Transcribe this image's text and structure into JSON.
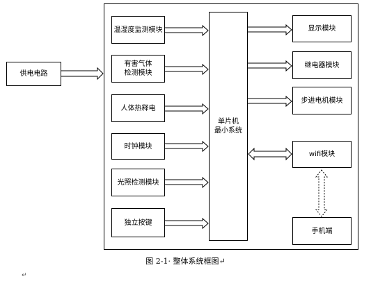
{
  "diagram": {
    "power_supply": "供电电路",
    "inputs": [
      "温湿度监测模块",
      "有害气体\n检测模块",
      "人体热释电",
      "时钟模块",
      "光照检测模块",
      "独立按键"
    ],
    "mcu": "单片机\n最小系统",
    "outputs": [
      "显示模块",
      "继电器模块",
      "步进电机模块",
      "wifi模块",
      "手机端"
    ]
  },
  "caption": "图 2-1· 整体系统框图↵",
  "paragraph_mark": "↵",
  "colors": {
    "line": "#000000",
    "background": "#ffffff"
  }
}
